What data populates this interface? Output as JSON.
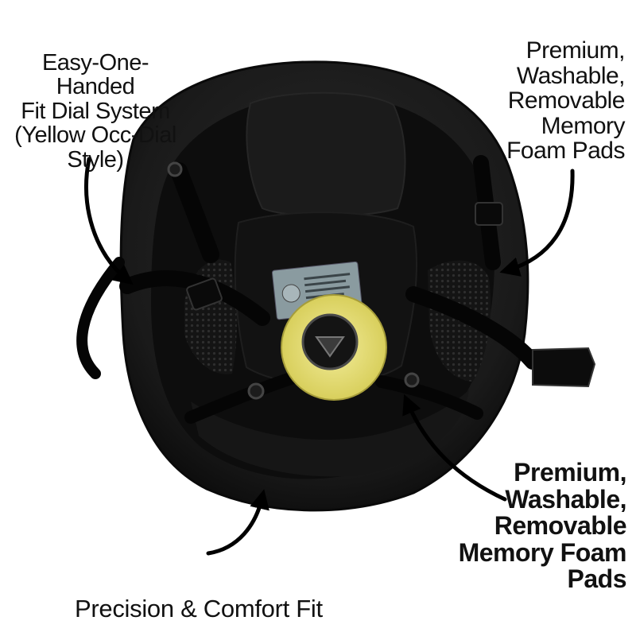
{
  "callouts": {
    "dial": "Easy-One-Handed\nFit Dial System\n(Yellow Occ-Dial\nStyle)",
    "pads_top": "Premium,\nWashable,\nRemovable\nMemory\nFoam Pads",
    "pads_bottom": "Premium,\nWashable,\nRemovable\nMemory Foam Pads"
  },
  "caption": "Precision & Comfort Fit",
  "colors": {
    "helmet_shell": "#1e1e1e",
    "liner": "#0c0c0c",
    "dial_yellow": "#e6df7a",
    "arrow": "#000000",
    "background": "#ffffff"
  }
}
